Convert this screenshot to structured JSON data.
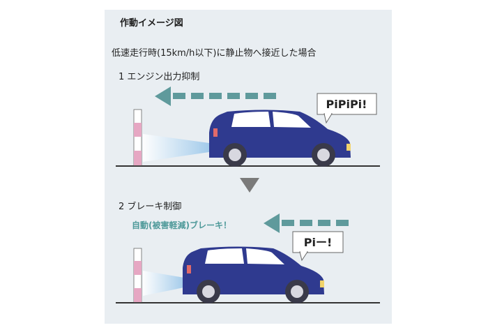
{
  "diagram": {
    "title": "作動イメージ図",
    "condition": "低速走行時(15km/h以下)に静止物へ接近した場合",
    "scene1": {
      "step": "1 エンジン出力抑制",
      "bubble": "PiPiPi!"
    },
    "scene2": {
      "step": "2 ブレーキ制御",
      "alert": "自動(被害軽減)ブレーキ！",
      "bubble": "Piー!"
    },
    "colors": {
      "car": "#2f3a8f",
      "arrow": "#5f9a9c",
      "background": "#e9eef2",
      "pole_pink": "#e6a7c3",
      "beam": "#9fc9ea"
    }
  }
}
